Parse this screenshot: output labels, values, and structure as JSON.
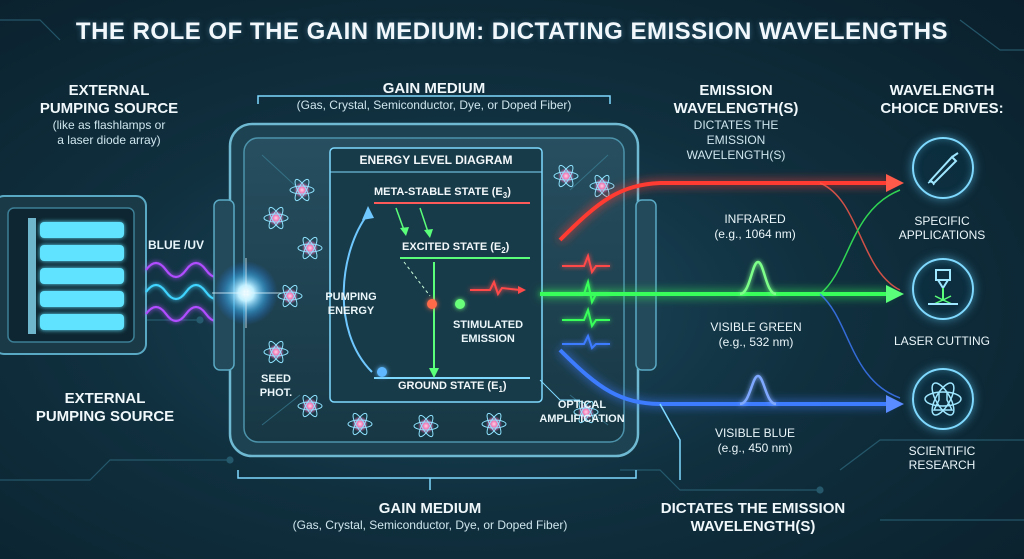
{
  "title": "THE ROLE OF THE GAIN MEDIUM: DICTATING EMISSION WAVELENGTHS",
  "pump_top": {
    "heading_line1": "EXTERNAL",
    "heading_line2": "PUMPING SOURCE",
    "desc_line1": "(like as flashlamps or",
    "desc_line2": "a laser diode array)"
  },
  "pump_bottom": {
    "line1": "EXTERNAL",
    "line2": "PUMPING SOURCE"
  },
  "blue_uv_label": "BLUE /UV",
  "gain_top": {
    "heading": "GAIN MEDIUM",
    "desc": "(Gas, Crystal, Semiconductor, Dye, or Doped Fiber)"
  },
  "gain_bottom": {
    "heading": "GAIN MEDIUM",
    "desc": "(Gas, Crystal, Semiconductor, Dye, or Doped Fiber)"
  },
  "energy_diagram": {
    "title": "ENERGY LEVEL DIAGRAM",
    "meta_stable": "META-STABLE STATE (E",
    "meta_sub": "3",
    "excited": "EXCITED STATE (E",
    "excited_sub": "2",
    "ground": "GROUND STATE (E",
    "ground_sub": "1",
    "close_paren": ")",
    "pumping_line1": "PUMPING",
    "pumping_line2": "ENERGY",
    "stimulated_line1": "STIMULATED",
    "stimulated_line2": "EMISSION"
  },
  "seed_line1": "SEED",
  "seed_line2": "PHOT.",
  "optical_line1": "OPTICAL",
  "optical_line2": "AMPLIFICATION",
  "emission_top": {
    "line1": "EMISSION",
    "line2": "WAVELENGTH(S)",
    "line3": "DICTATES THE EMISSION",
    "line4": "WAVELENGTH(S)"
  },
  "emission_bottom": {
    "line1": "DICTATES THE EMISSION",
    "line2": "WAVELENGTH(S)"
  },
  "wavelengths": [
    {
      "name": "INFRARED",
      "value": "(e.g., 1064 nm)",
      "color": "#ff3b30"
    },
    {
      "name": "VISIBLE GREEN",
      "value": "(e.g., 532 nm)",
      "color": "#39ff5a"
    },
    {
      "name": "VISIBLE BLUE",
      "value": "(e.g., 450 nm)",
      "color": "#3d7bff"
    }
  ],
  "choice": {
    "line1": "WAVELENGTH",
    "line2": "CHOICE DRIVES:"
  },
  "applications": [
    {
      "line1": "SPECIFIC",
      "line2": "APPLICATIONS",
      "icon": "scalpel-icon"
    },
    {
      "line1": "LASER CUTTING",
      "line2": "",
      "icon": "laser-cutting-icon"
    },
    {
      "line1": "SCIENTIFIC",
      "line2": "RESEARCH",
      "icon": "atom-flask-icon"
    }
  ],
  "colors": {
    "accent_cyan": "#7fd9ff",
    "pump_blue": "#3fd4ff",
    "uv_purple": "#b04dff"
  }
}
